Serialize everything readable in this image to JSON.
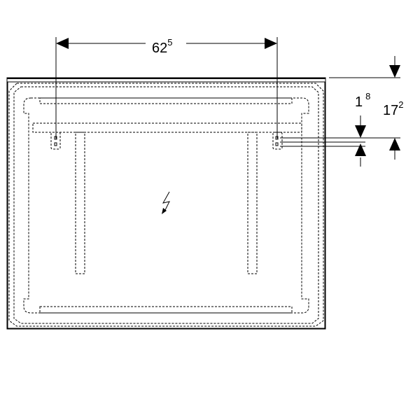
{
  "dimensions": {
    "width": {
      "main": "62",
      "sup": "5"
    },
    "small_offset": {
      "main": "1",
      "sup": "8"
    },
    "top_offset": {
      "main": "17",
      "sup": "2"
    }
  },
  "icons": {
    "power": "electric-bolt-icon"
  },
  "colors": {
    "line": "#000000",
    "background": "#ffffff"
  }
}
